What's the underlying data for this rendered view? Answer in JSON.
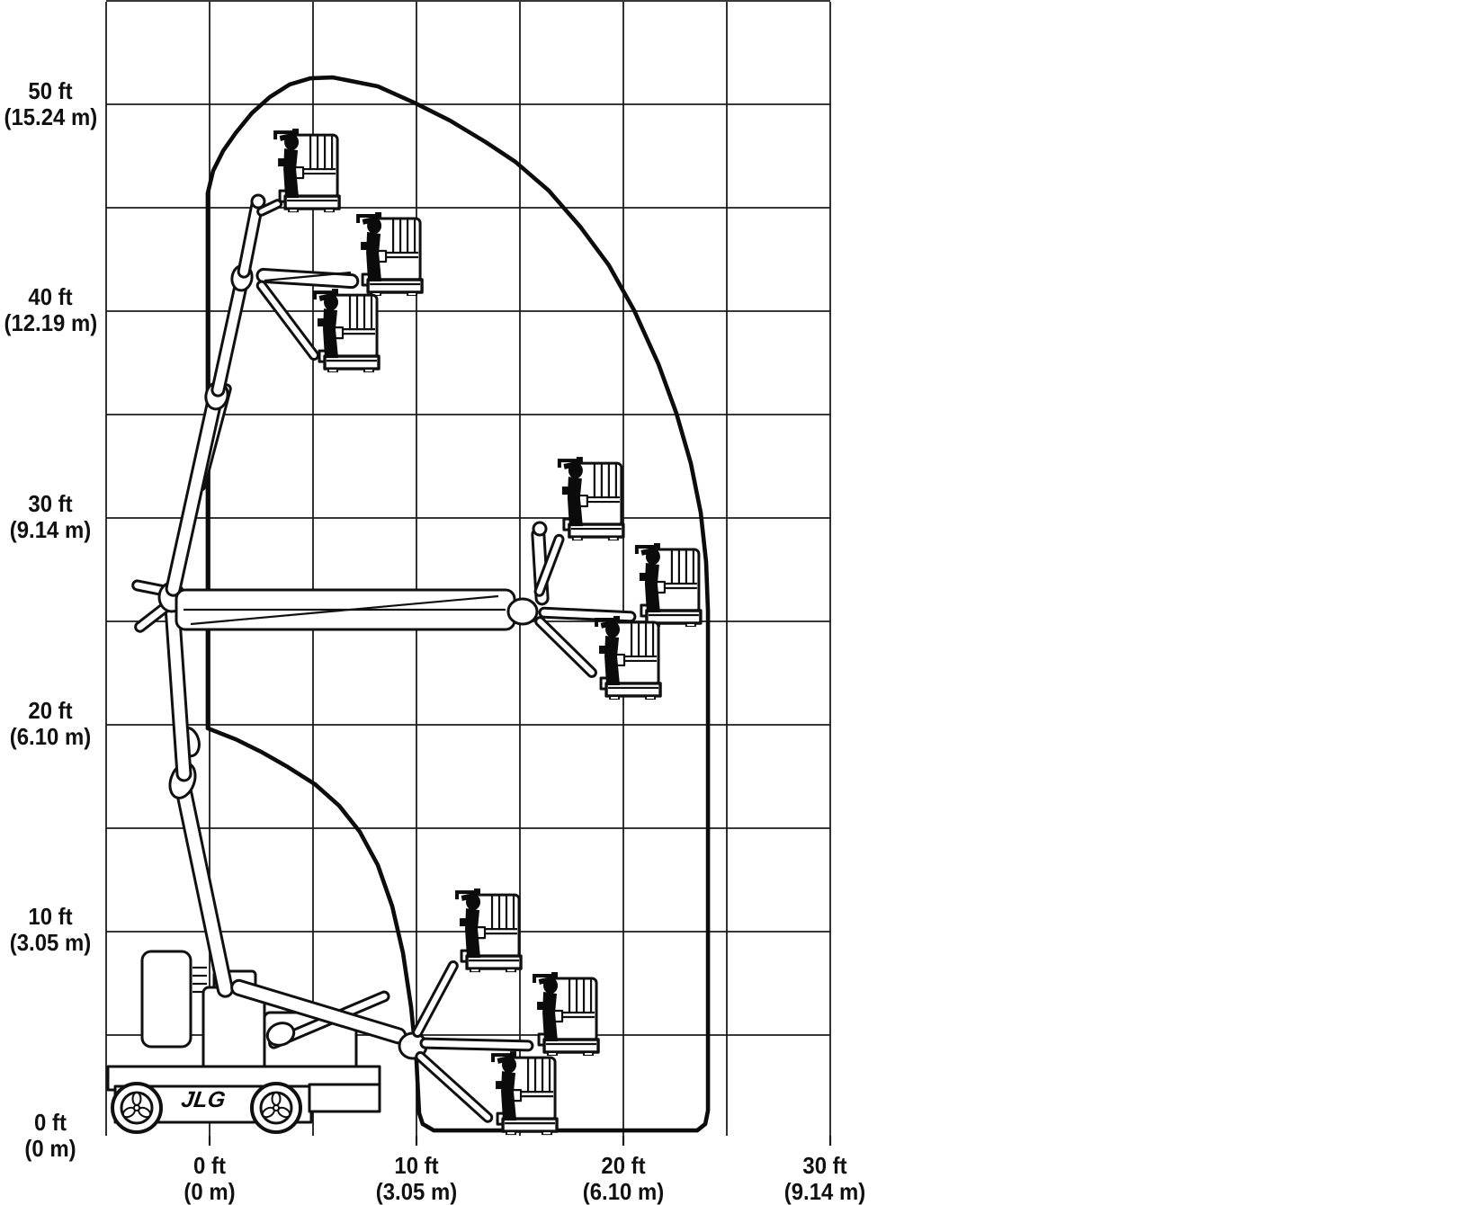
{
  "logo": "JLG",
  "axes": {
    "y": [
      {
        "ft": "50 ft",
        "m": "(15.24 m)"
      },
      {
        "ft": "40 ft",
        "m": "(12.19 m)"
      },
      {
        "ft": "30 ft",
        "m": "(9.14 m)"
      },
      {
        "ft": "20 ft",
        "m": "(6.10 m)"
      },
      {
        "ft": "10 ft",
        "m": "(3.05 m)"
      },
      {
        "ft": "0 ft",
        "m": "(0 m)"
      }
    ],
    "x": [
      {
        "ft": "0 ft",
        "m": "(0 m)"
      },
      {
        "ft": "10 ft",
        "m": "(3.05 m)"
      },
      {
        "ft": "20 ft",
        "m": "(6.10 m)"
      },
      {
        "ft": "30 ft",
        "m": "(9.14 m)"
      }
    ]
  },
  "chart_data": {
    "type": "area",
    "title": "",
    "xlabel": "",
    "ylabel": "",
    "series_name": "working-envelope",
    "x_tick_labels_ft": [
      "0 ft",
      "10 ft",
      "20 ft",
      "30 ft"
    ],
    "x_tick_labels_m": [
      "(0 m)",
      "(3.05 m)",
      "(6.10 m)",
      "(9.14 m)"
    ],
    "y_tick_labels_ft": [
      "0 ft",
      "10 ft",
      "20 ft",
      "30 ft",
      "40 ft",
      "50 ft"
    ],
    "y_tick_labels_m": [
      "(0 m)",
      "(3.05 m)",
      "(6.10 m)",
      "(9.14 m)",
      "(12.19 m)",
      "(15.24 m)"
    ],
    "x_ticks_ft": [
      0,
      10,
      20,
      30
    ],
    "y_ticks_ft": [
      0,
      10,
      20,
      30,
      40,
      50
    ],
    "grid_spacing_ft": 5,
    "x_range_ft": [
      -5,
      30
    ],
    "y_range_ft": [
      0,
      55
    ],
    "grid_on": true,
    "max_platform_height_ft": 51.3,
    "max_horizontal_reach_ft": 24.1,
    "envelope_points_ft": [
      [
        -0.09,
        19.83
      ],
      [
        -0.09,
        45.7
      ],
      [
        0.17,
        46.78
      ],
      [
        0.65,
        47.74
      ],
      [
        1.26,
        48.61
      ],
      [
        2.04,
        49.57
      ],
      [
        2.91,
        50.35
      ],
      [
        3.87,
        50.96
      ],
      [
        4.87,
        51.26
      ],
      [
        5.96,
        51.3
      ],
      [
        8.13,
        50.87
      ],
      [
        9.87,
        50.09
      ],
      [
        11.61,
        49.22
      ],
      [
        13.35,
        48.17
      ],
      [
        14.78,
        47.22
      ],
      [
        16.39,
        45.83
      ],
      [
        17.91,
        44.09
      ],
      [
        19.3,
        42.22
      ],
      [
        20.52,
        40.04
      ],
      [
        21.7,
        37.43
      ],
      [
        22.57,
        35.04
      ],
      [
        23.26,
        32.65
      ],
      [
        23.74,
        30.26
      ],
      [
        24.0,
        27.87
      ],
      [
        24.09,
        25.48
      ],
      [
        24.09,
        1.35
      ],
      [
        23.96,
        0.7
      ],
      [
        23.57,
        0.39
      ],
      [
        10.83,
        0.39
      ],
      [
        10.3,
        0.7
      ],
      [
        10.13,
        1.22
      ],
      [
        10.0,
        3.74
      ],
      [
        9.74,
        6.35
      ],
      [
        9.35,
        8.96
      ],
      [
        8.83,
        11.22
      ],
      [
        8.13,
        13.22
      ],
      [
        7.26,
        14.83
      ],
      [
        6.26,
        16.09
      ],
      [
        5.09,
        17.13
      ],
      [
        3.78,
        17.96
      ],
      [
        2.48,
        18.7
      ],
      [
        1.26,
        19.3
      ]
    ],
    "platform_positions_ft": [
      {
        "x": 4.7,
        "y": 44.91
      },
      {
        "x": 8.7,
        "y": 40.87
      },
      {
        "x": 6.61,
        "y": 37.17
      },
      {
        "x": 18.43,
        "y": 29.04
      },
      {
        "x": 22.17,
        "y": 24.87
      },
      {
        "x": 20.22,
        "y": 21.35
      },
      {
        "x": 13.48,
        "y": 8.17
      },
      {
        "x": 17.22,
        "y": 4.13
      },
      {
        "x": 15.22,
        "y": 0.3
      }
    ]
  }
}
